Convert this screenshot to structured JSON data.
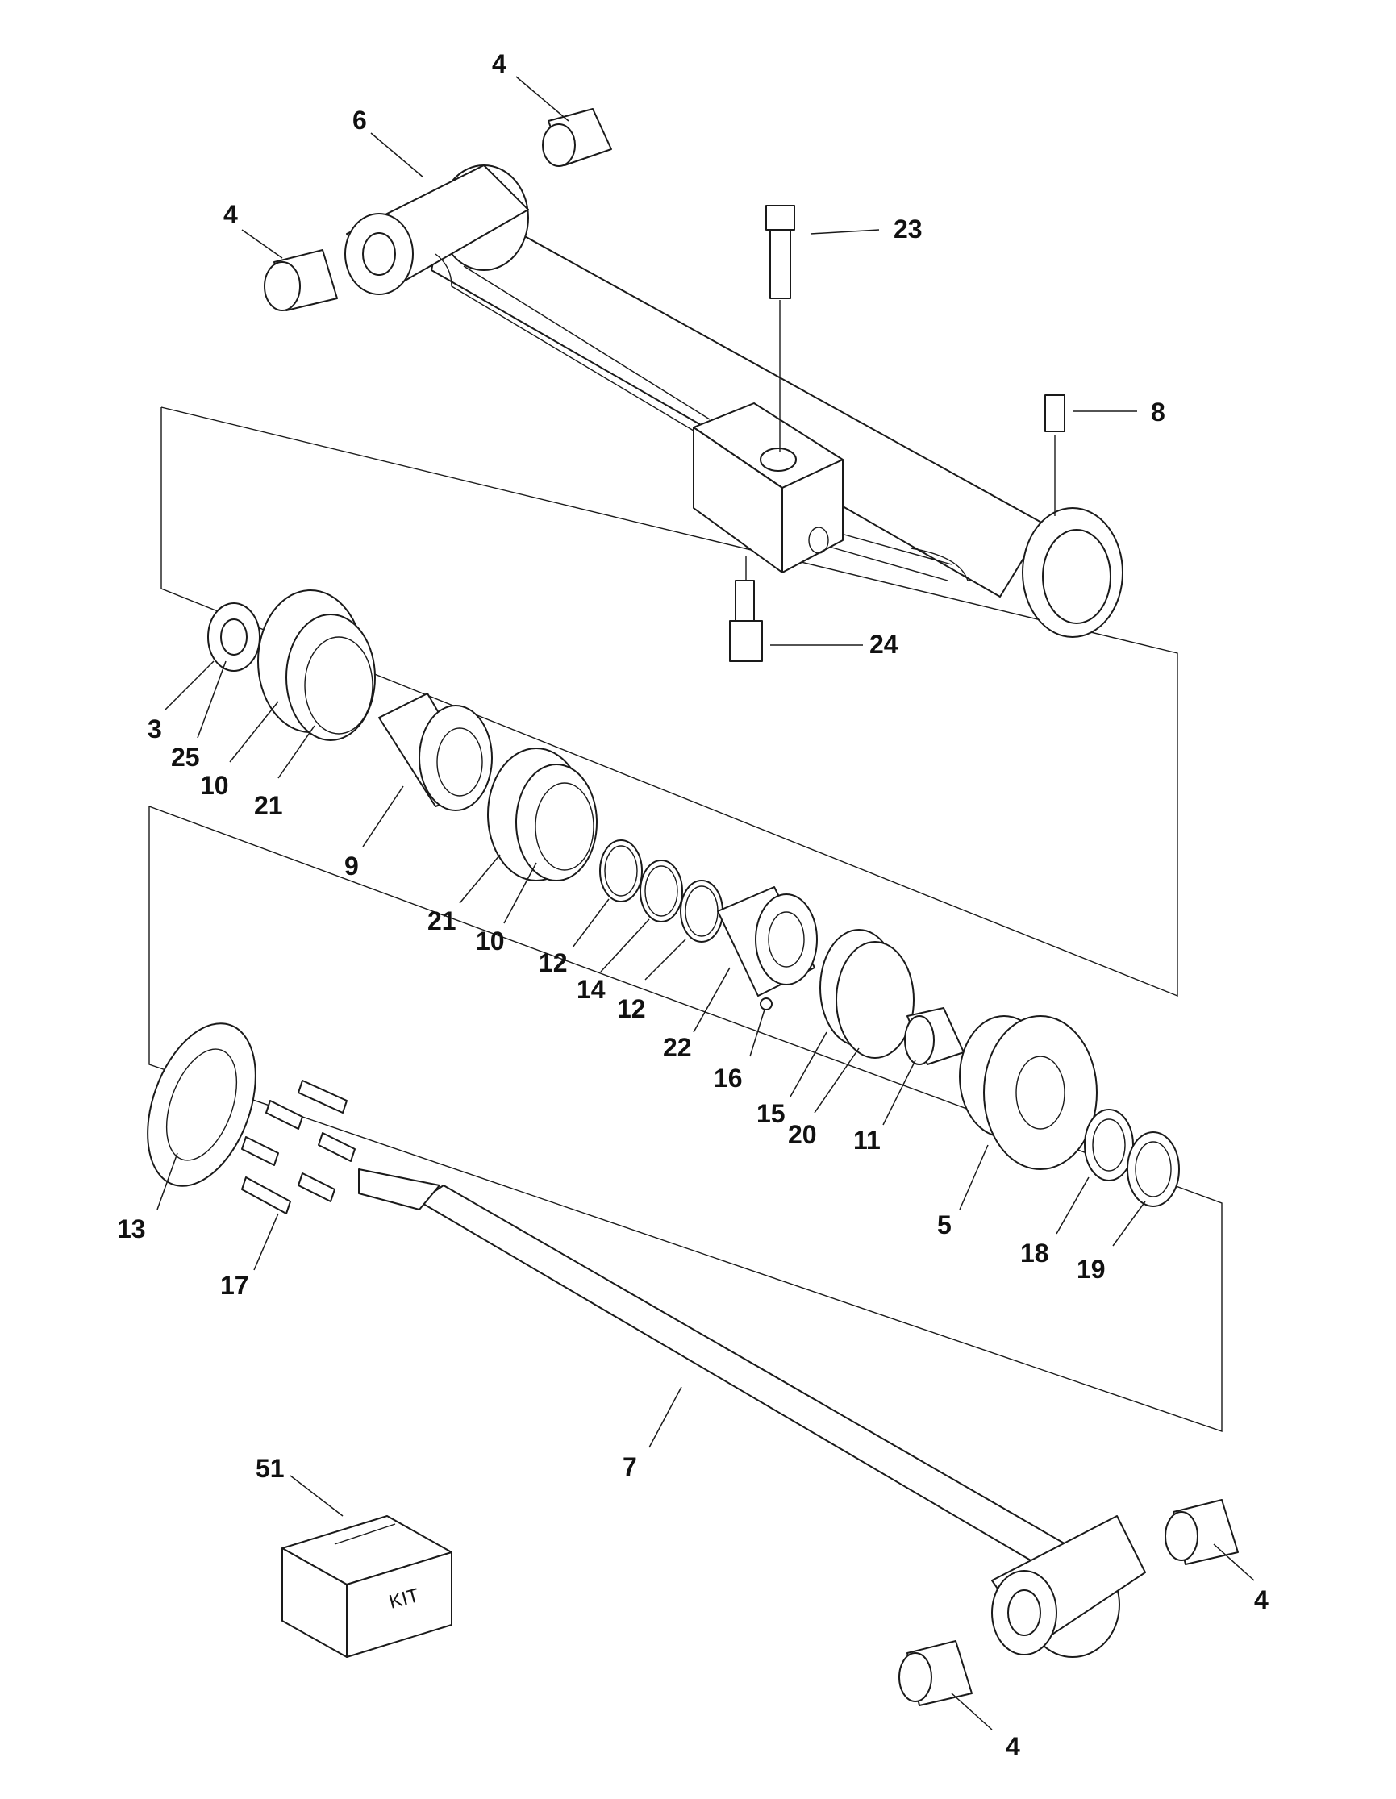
{
  "callouts": {
    "c4_top": "4",
    "c6": "6",
    "c4_left": "4",
    "c23": "23",
    "c8": "8",
    "c24": "24",
    "c3": "3",
    "c25": "25",
    "c10_a": "10",
    "c21_a": "21",
    "c9": "9",
    "c21_b": "21",
    "c10_b": "10",
    "c12_a": "12",
    "c14": "14",
    "c12_b": "12",
    "c22": "22",
    "c16": "16",
    "c15": "15",
    "c20": "20",
    "c11": "11",
    "c5": "5",
    "c18": "18",
    "c19": "19",
    "c13": "13",
    "c17": "17",
    "c7": "7",
    "c51": "51",
    "c4_right": "4",
    "c4_bottom": "4"
  },
  "kit_box": {
    "label": "KIT"
  }
}
